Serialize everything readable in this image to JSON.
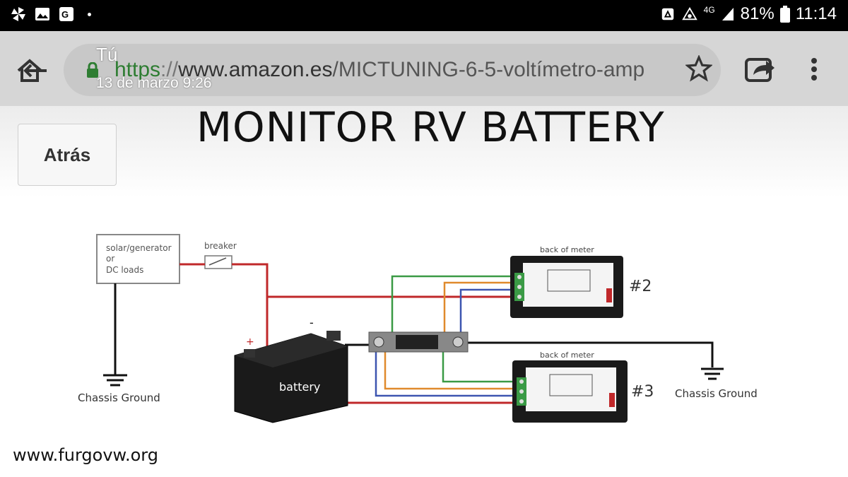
{
  "status_bar": {
    "network": "4G",
    "battery_percent": "81%",
    "time": "11:14"
  },
  "browser": {
    "url_scheme": "https",
    "url_separator": "://",
    "url_host": "www.amazon.es",
    "url_path": "/MICTUNING-6-5-voltímetro-amp",
    "overlay_name": "Tú",
    "overlay_date": "13 de marzo 9:26"
  },
  "page": {
    "back_button_label": "Atrás",
    "title": "MONITOR RV BATTERY"
  },
  "diagram": {
    "source_label_line1": "solar/generator",
    "source_label_line2": "or",
    "source_label_line3": "DC loads",
    "breaker_label": "breaker",
    "battery_label": "battery",
    "plus_label": "+",
    "minus_label": "-",
    "ground_left_label": "Chassis Ground",
    "ground_right_label": "Chassis Ground",
    "meter_top_label": "back of meter",
    "meter_bottom_label": "back of meter",
    "meter_top_number": "#2",
    "meter_bottom_number": "#3",
    "wire_colors": {
      "red": "#c0282a",
      "black": "#111111",
      "green": "#3a9a45",
      "orange": "#e08a2c",
      "blue": "#3d55b0"
    }
  },
  "watermark": "www.furgovw.org"
}
